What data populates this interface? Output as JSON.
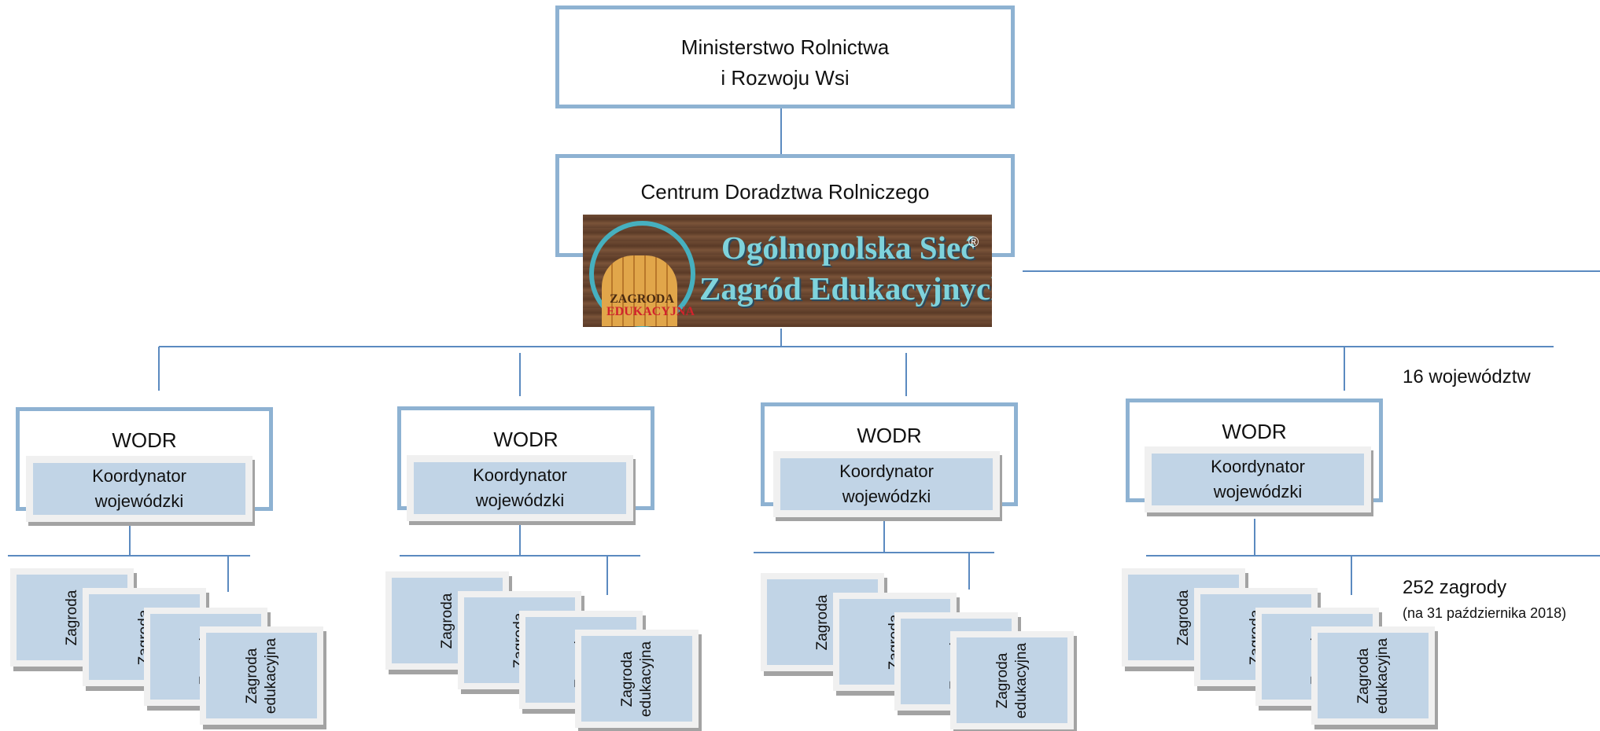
{
  "top": {
    "line1": "Ministerstwo Rolnictwa",
    "line2": "i Rozwoju Wsi"
  },
  "center": {
    "title": "Centrum Doradztwa Rolniczego"
  },
  "logo": {
    "line1": "Ogólnopolska Sieć",
    "line2": "Zagród Edukacyjnych",
    "registered": "®",
    "badge_line1": "ZAGRODA",
    "badge_line2": "EDUKACYJNA"
  },
  "regions": [
    {
      "title": "WODR",
      "coord_line1": "Koordynator",
      "coord_line2": "wojewódzki"
    },
    {
      "title": "WODR",
      "coord_line1": "Koordynator",
      "coord_line2": "wojewódzki"
    },
    {
      "title": "WODR",
      "coord_line1": "Koordynator",
      "coord_line2": "wojewódzki"
    },
    {
      "title": "WODR",
      "coord_line1": "Koordynator",
      "coord_line2": "wojewódzki"
    }
  ],
  "card": {
    "back_label": "Zagroda",
    "front_line1": "Zagroda",
    "front_line2": "edukacyjna"
  },
  "labels": {
    "voivodeships": "16 województw",
    "farms": "252 zagrody",
    "farms_note": "(na 31 października 2018)"
  },
  "colors": {
    "box_border": "#8eb2d2",
    "connector": "#4f81bd",
    "card_fill": "#c1d4e6"
  }
}
